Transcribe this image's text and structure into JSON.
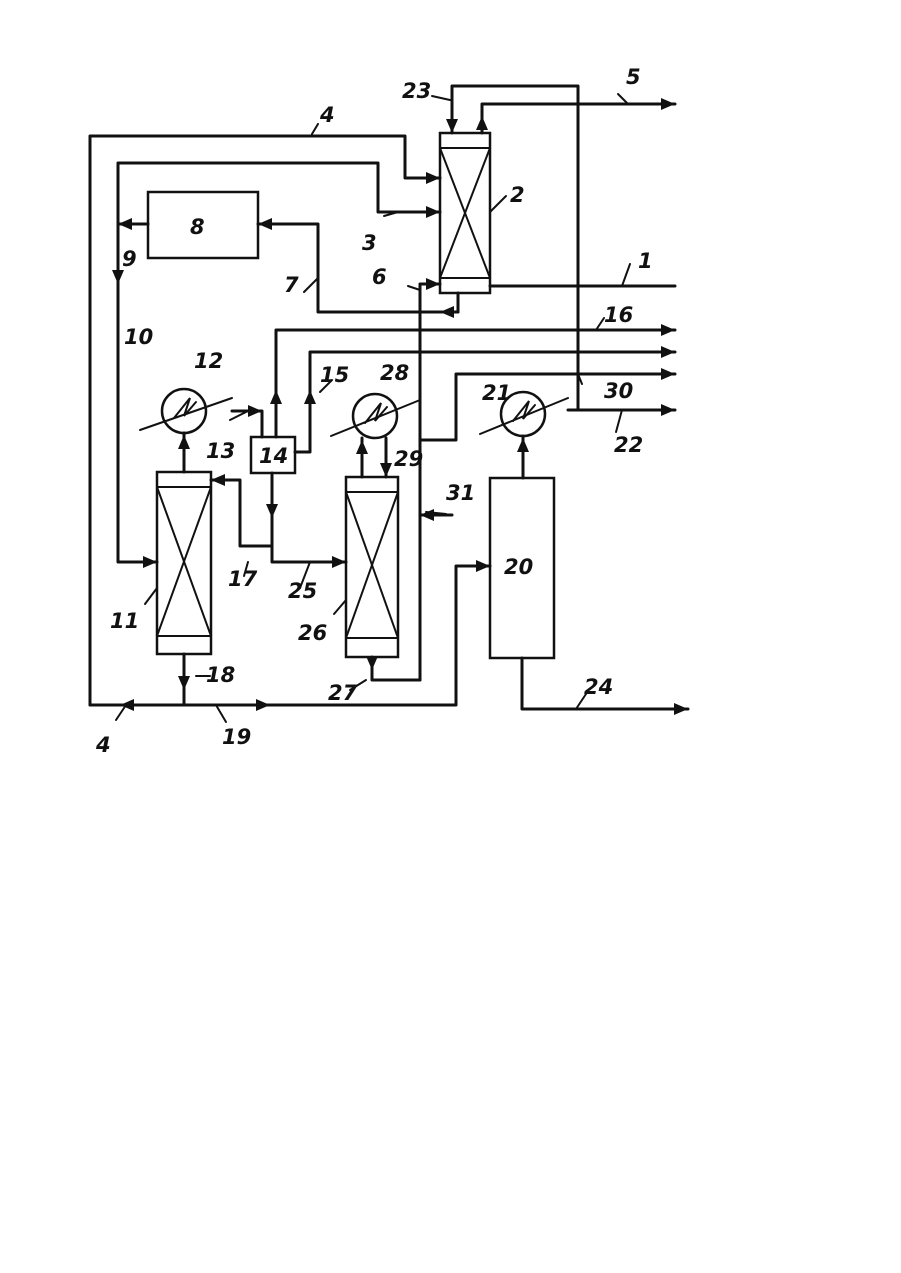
{
  "diagram": {
    "units": {
      "reactor_2": "2",
      "block_8": "8",
      "column_11": "11",
      "heat_exchanger_12": "12",
      "separator_14": "14",
      "column_26": "26",
      "heat_exchanger_28": "28",
      "unit_20": "20",
      "heat_exchanger_21": "21"
    },
    "streams": {
      "s1": "1",
      "s3": "3",
      "s4_top": "4",
      "s4_bottom": "4",
      "s5": "5",
      "s6": "6",
      "s7": "7",
      "s9": "9",
      "s10": "10",
      "s13": "13",
      "s15": "15",
      "s16": "16",
      "s17": "17",
      "s18": "18",
      "s19": "19",
      "s22": "22",
      "s23": "23",
      "s24": "24",
      "s25": "25",
      "s27": "27",
      "s29": "29",
      "s30": "30",
      "s31": "31"
    }
  }
}
